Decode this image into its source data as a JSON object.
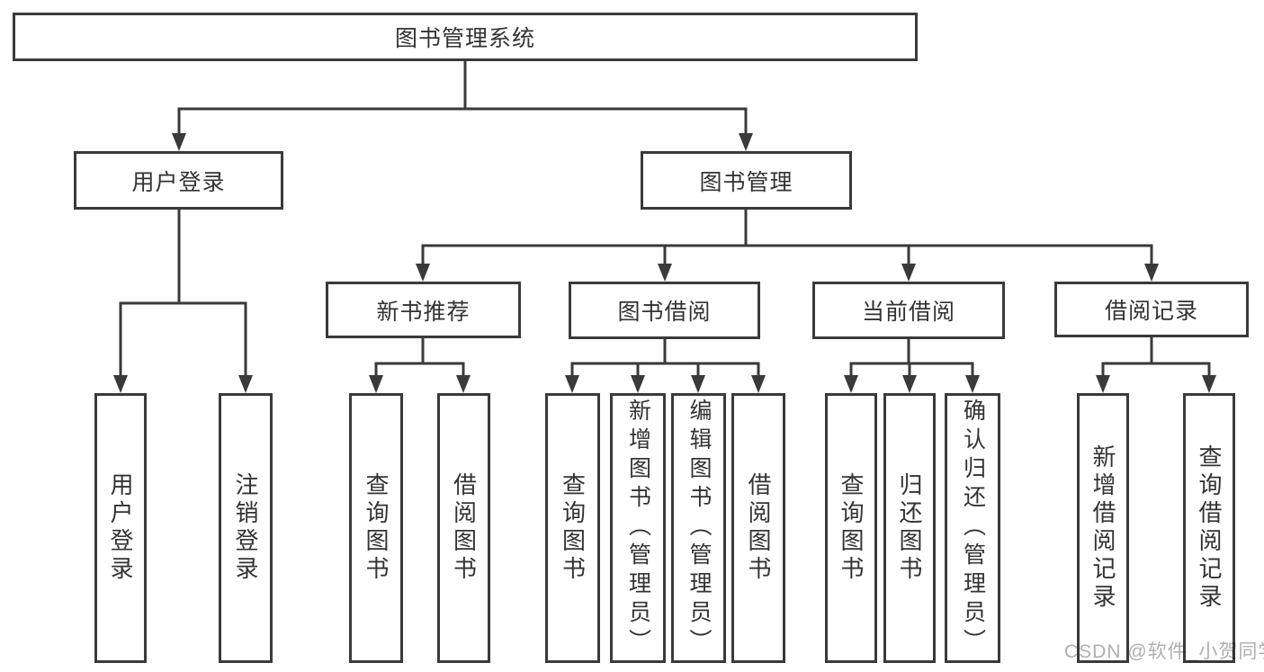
{
  "tree": {
    "root": {
      "label": "图书管理系统"
    },
    "level2": [
      {
        "label": "用户登录",
        "children": [
          {
            "label": "用户登录"
          },
          {
            "label": "注销登录"
          }
        ]
      },
      {
        "label": "图书管理",
        "children": [
          {
            "label": "新书推荐",
            "children": [
              {
                "label": "查询图书"
              },
              {
                "label": "借阅图书"
              }
            ]
          },
          {
            "label": "图书借阅",
            "children": [
              {
                "label": "查询图书"
              },
              {
                "label": "新增图书（管理员）"
              },
              {
                "label": "编辑图书（管理员）"
              },
              {
                "label": "借阅图书"
              }
            ]
          },
          {
            "label": "当前借阅",
            "children": [
              {
                "label": "查询图书"
              },
              {
                "label": "归还图书"
              },
              {
                "label": "确认归还（管理员）"
              }
            ]
          },
          {
            "label": "借阅记录",
            "children": [
              {
                "label": "新增借阅记录"
              },
              {
                "label": "查询借阅记录"
              }
            ]
          }
        ]
      }
    ]
  },
  "watermark": {
    "text": "CSDN @软件_小贺同学"
  },
  "colors": {
    "line": "#3a3a3a",
    "text": "#333333",
    "watermark": "#b0b0b0",
    "background": "#ffffff"
  }
}
